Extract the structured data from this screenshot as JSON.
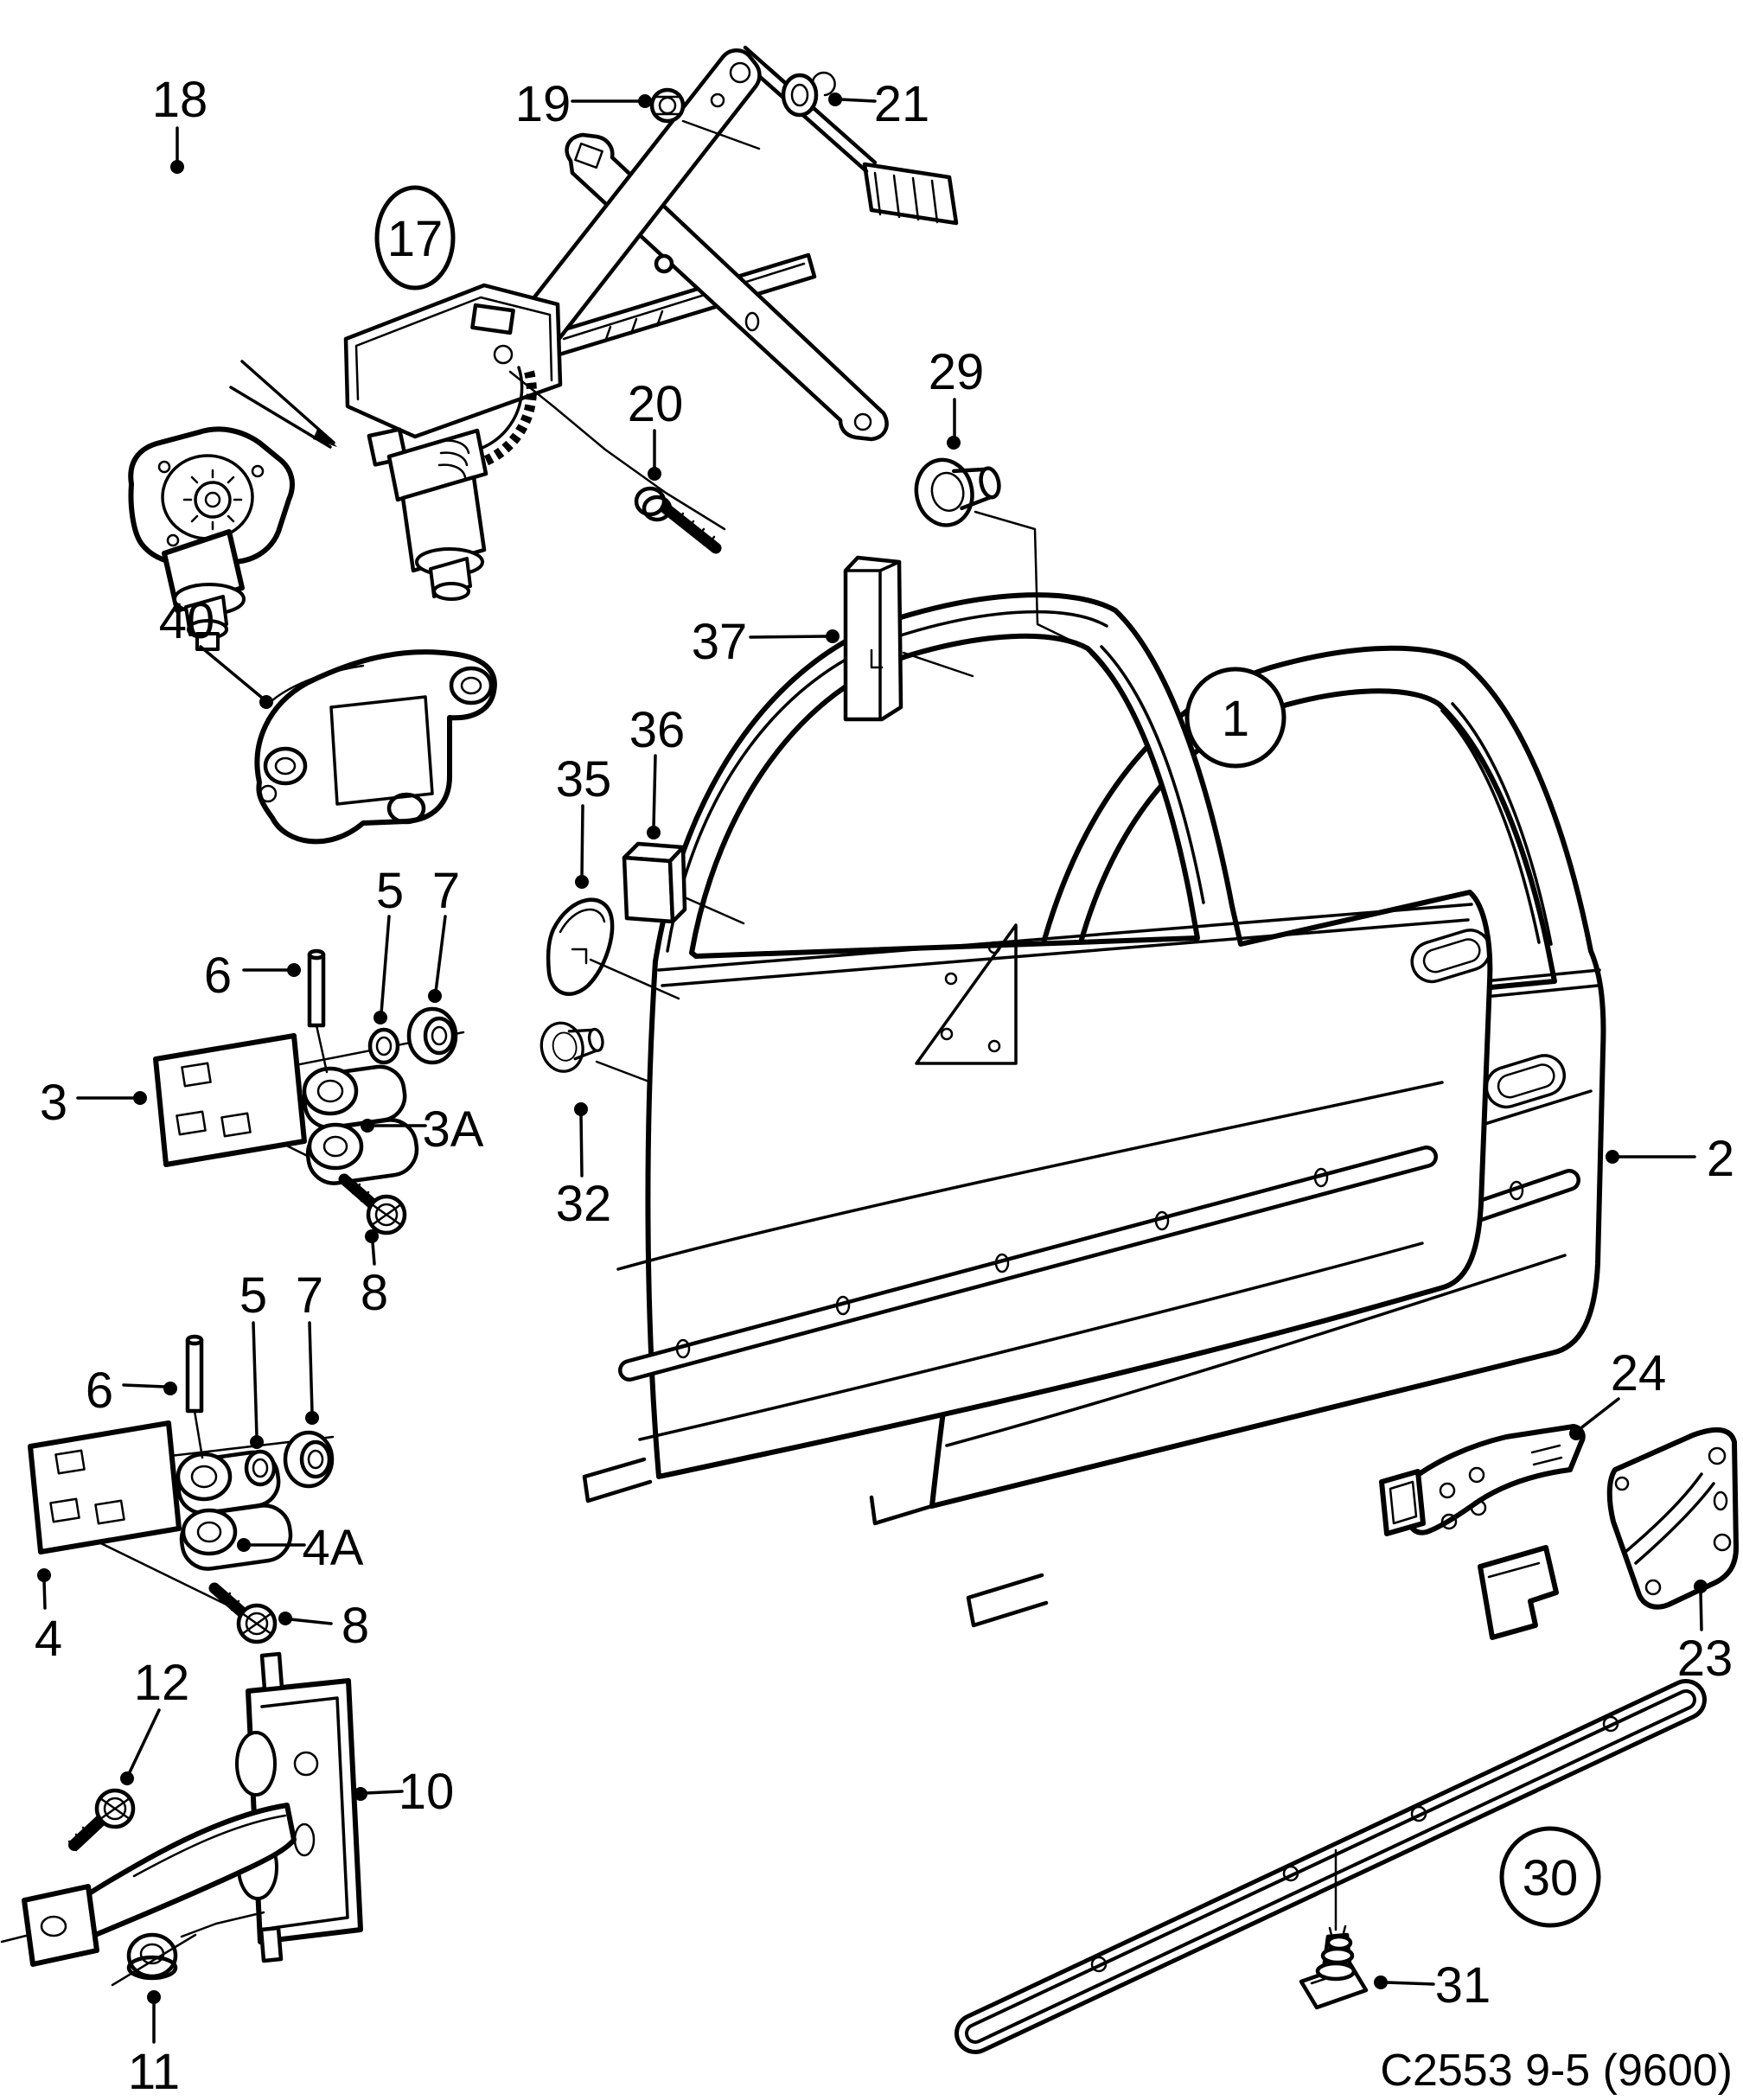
{
  "diagram": {
    "type": "exploded-parts-diagram",
    "subject": "front door assembly",
    "caption": "C2553 9-5 (9600)",
    "colors": {
      "line": "#000000",
      "background": "#ffffff"
    },
    "callouts": {
      "c1": "1",
      "c2": "2",
      "c3": "3",
      "c3a": "3A",
      "c4": "4",
      "c4a": "4A",
      "c5a": "5",
      "c5b": "5",
      "c6a": "6",
      "c6b": "6",
      "c7a": "7",
      "c7b": "7",
      "c8a": "8",
      "c8b": "8",
      "c10": "10",
      "c11": "11",
      "c12": "12",
      "c17": "17",
      "c18": "18",
      "c19": "19",
      "c20": "20",
      "c21": "21",
      "c23": "23",
      "c24": "24",
      "c29": "29",
      "c30": "30",
      "c31": "31",
      "c32": "32",
      "c35": "35",
      "c36": "36",
      "c37": "37",
      "c40": "40"
    },
    "circled_callouts": [
      "1",
      "17",
      "30"
    ]
  }
}
